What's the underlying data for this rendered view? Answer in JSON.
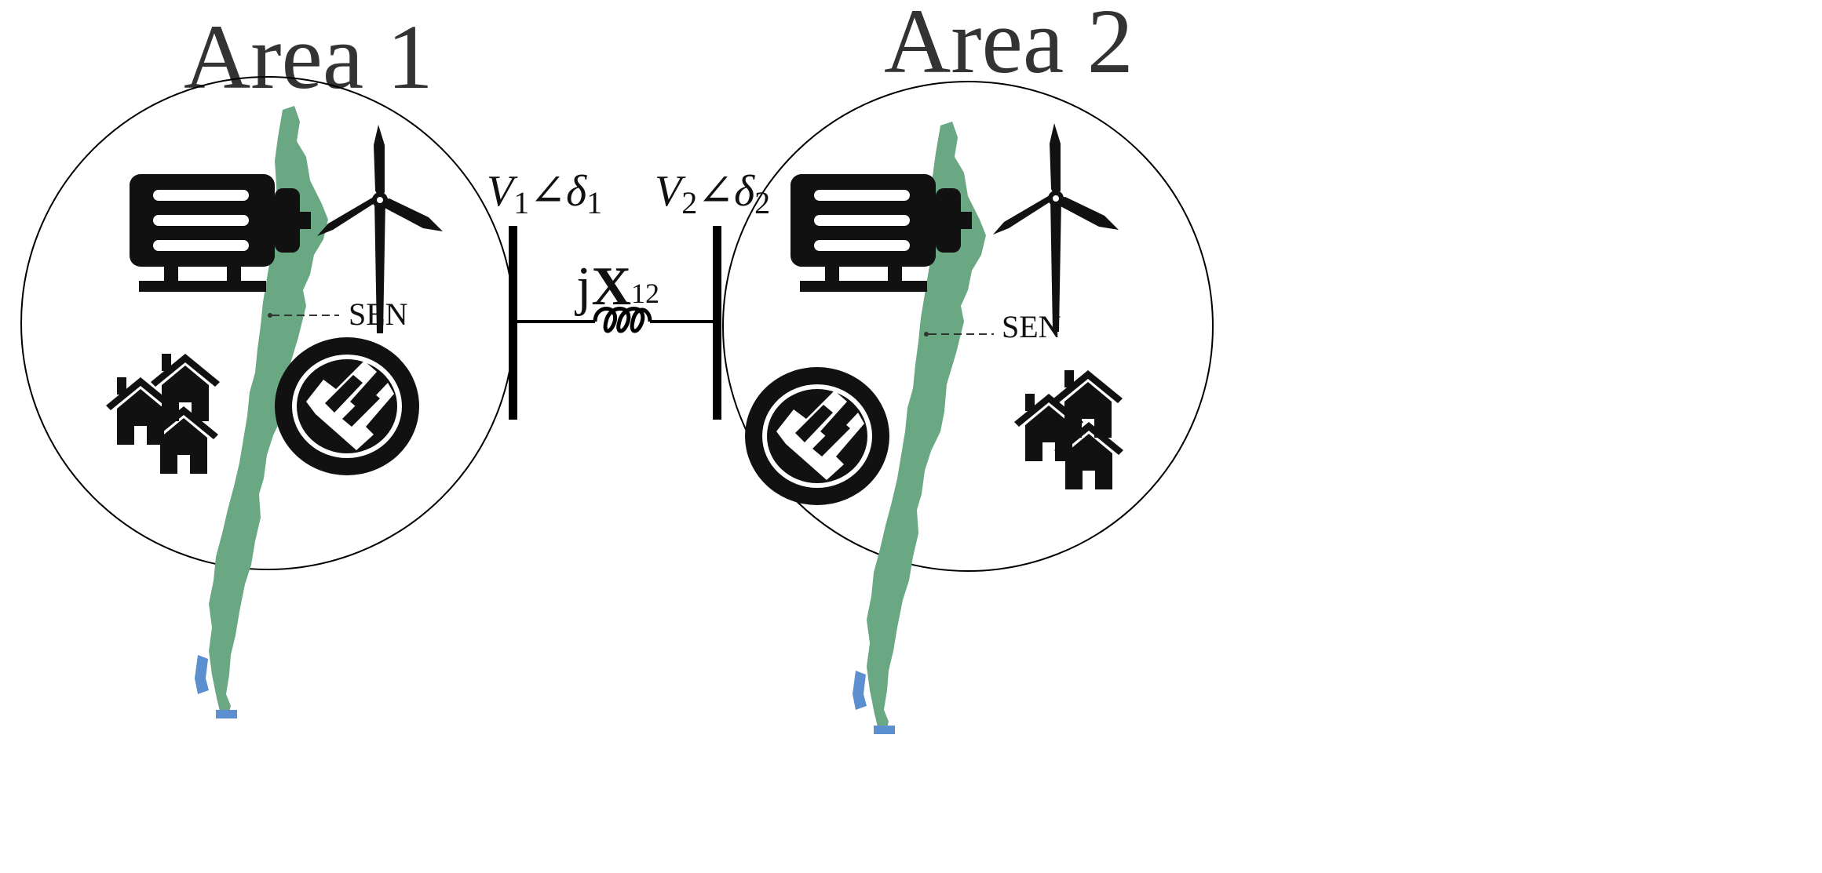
{
  "diagram": {
    "areas": [
      {
        "title": "Area 1",
        "map_label": "SEN"
      },
      {
        "title": "Area 2",
        "map_label": "SEN"
      }
    ],
    "bus_1": {
      "voltage": "V",
      "voltage_sub": "1",
      "angle_symbol": "∠",
      "angle": "δ",
      "angle_sub": "1"
    },
    "bus_2": {
      "voltage": "V",
      "voltage_sub": "2",
      "angle_symbol": "∠",
      "angle": "δ",
      "angle_sub": "2"
    },
    "tie_line": {
      "prefix": "j",
      "reactance": "X",
      "reactance_sub": "12"
    },
    "icons": [
      "generator-motor-icon",
      "wind-turbine-icon",
      "houses-icon",
      "synchronous-machine-icon",
      "chile-map-icon",
      "inductor-icon"
    ],
    "colors": {
      "map_green": "#6aa884",
      "map_blue": "#5b8fd0",
      "outline": "#000000",
      "title_gray": "#333333"
    }
  }
}
